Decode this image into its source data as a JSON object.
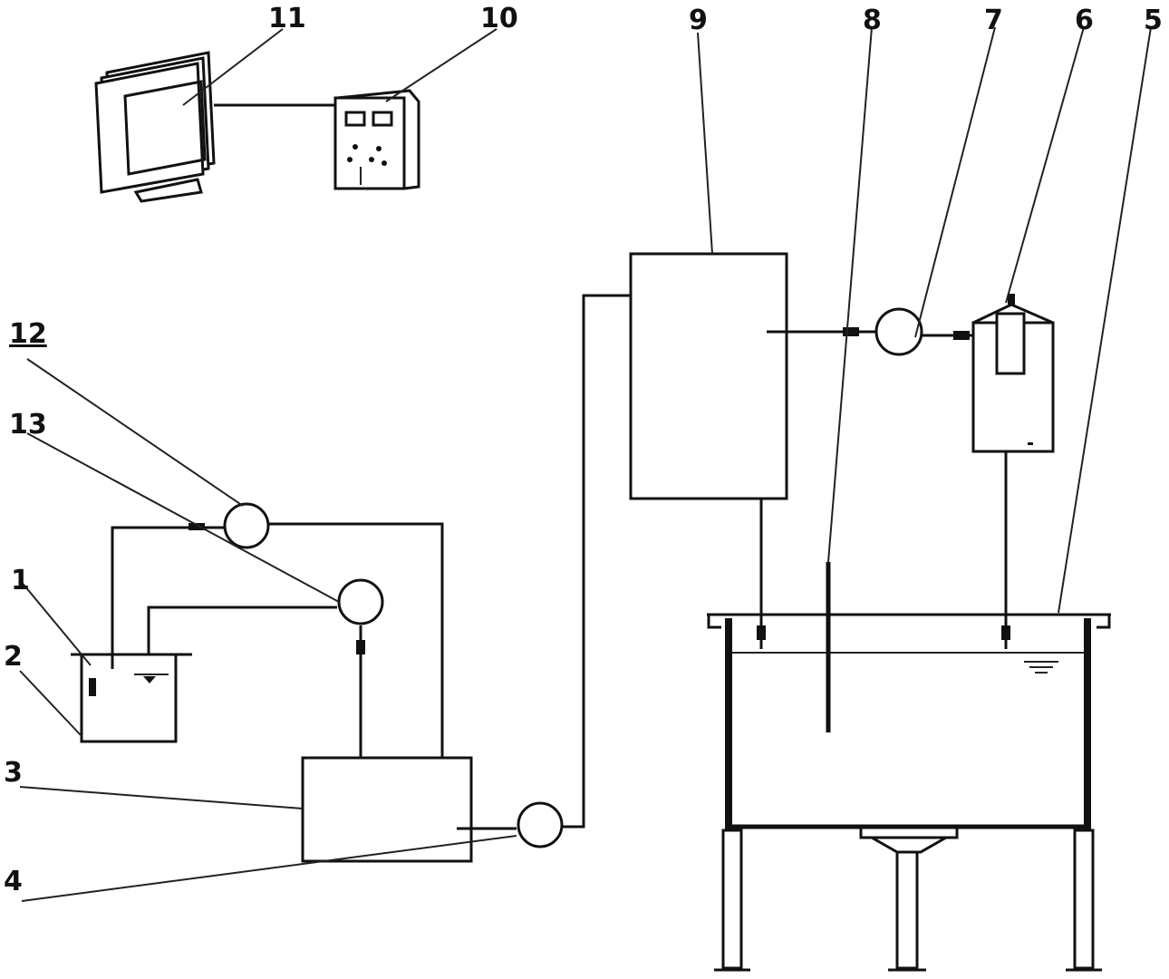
{
  "labels": {
    "l1": "1",
    "l2": "2",
    "l3": "3",
    "l4": "4",
    "l5": "5",
    "l6": "6",
    "l7": "7",
    "l8": "8",
    "l9": "9",
    "l10": "10",
    "l11": "11",
    "l12": "12",
    "l13": "13"
  }
}
